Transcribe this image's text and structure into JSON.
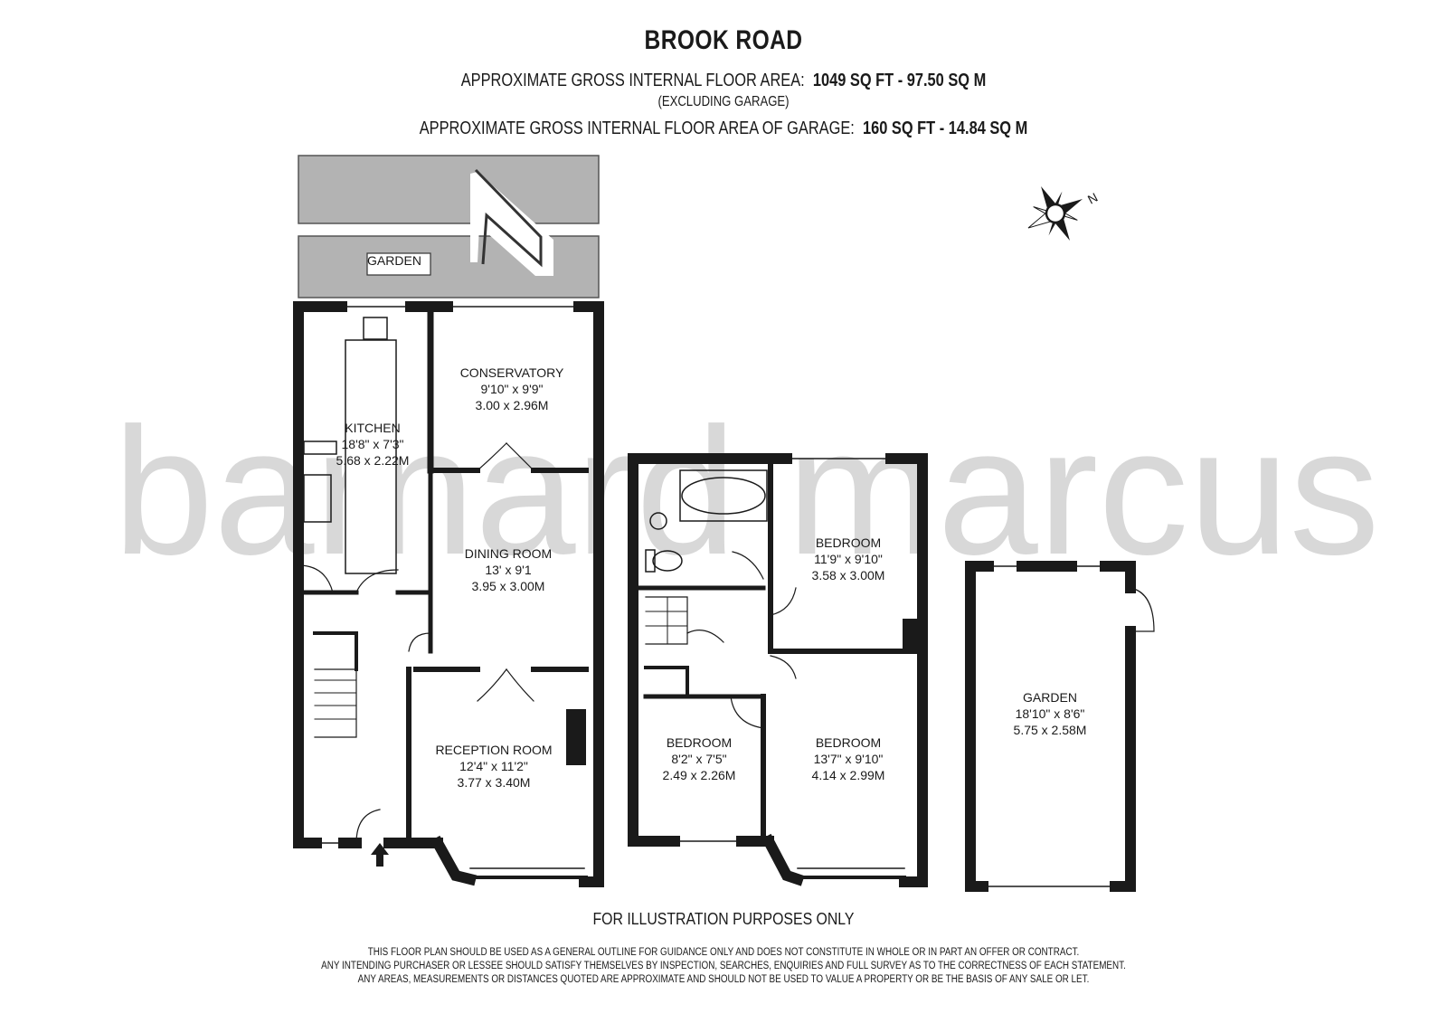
{
  "header": {
    "title": "BROOK ROAD",
    "area_label": "APPROXIMATE GROSS INTERNAL FLOOR AREA:",
    "area_value": "1049 SQ FT  -  97.50 SQ M",
    "area_note": "(EXCLUDING GARAGE)",
    "garage_area_label": "APPROXIMATE GROSS INTERNAL FLOOR AREA OF GARAGE:",
    "garage_area_value": "160 SQ FT  -  14.84 SQ M"
  },
  "watermark": "barnard marcus",
  "compass": {
    "north_label": "N"
  },
  "outside": {
    "garden_label": "GARDEN"
  },
  "rooms": {
    "kitchen": {
      "name": "KITCHEN",
      "imperial": "18'8\" x 7'3\"",
      "metric": "5.68 x 2.22M"
    },
    "conservatory": {
      "name": "CONSERVATORY",
      "imperial": "9'10\" x 9'9\"",
      "metric": "3.00 x 2.96M"
    },
    "dining": {
      "name": "DINING ROOM",
      "imperial": "13' x 9'1",
      "metric": "3.95 x 3.00M"
    },
    "reception": {
      "name": "RECEPTION ROOM",
      "imperial": "12'4\" x 11'2\"",
      "metric": "3.77 x 3.40M"
    },
    "bedroom1": {
      "name": "BEDROOM",
      "imperial": "11'9\" x 9'10\"",
      "metric": "3.58 x 3.00M"
    },
    "bedroom2": {
      "name": "BEDROOM",
      "imperial": "8'2\" x 7'5\"",
      "metric": "2.49 x 2.26M"
    },
    "bedroom3": {
      "name": "BEDROOM",
      "imperial": "13'7\" x 9'10\"",
      "metric": "4.14 x 2.99M"
    },
    "garage": {
      "name": "GARDEN",
      "imperial": "18'10\" x 8'6\"",
      "metric": "5.75 x 2.58M"
    }
  },
  "footer": {
    "illustration": "FOR ILLUSTRATION PURPOSES ONLY",
    "disclaimer_1": "THIS FLOOR PLAN SHOULD BE USED AS A GENERAL OUTLINE FOR GUIDANCE ONLY AND DOES NOT CONSTITUTE IN WHOLE OR IN PART AN OFFER OR CONTRACT.",
    "disclaimer_2": "ANY INTENDING PURCHASER OR LESSEE SHOULD SATISFY THEMSELVES BY INSPECTION, SEARCHES, ENQUIRIES AND FULL SURVEY AS TO THE CORRECTNESS OF EACH STATEMENT.",
    "disclaimer_3": "ANY AREAS, MEASUREMENTS OR DISTANCES QUOTED ARE APPROXIMATE AND SHOULD NOT BE USED TO VALUE A PROPERTY OR BE THE BASIS OF ANY SALE OR LET."
  }
}
